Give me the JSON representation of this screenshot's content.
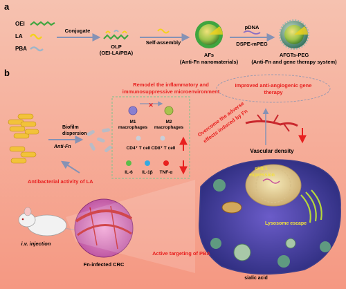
{
  "panel_a": {
    "label": "a",
    "legend": {
      "oei": "OEI",
      "la": "LA",
      "pba": "PBA"
    },
    "arrow1": "Conjugate",
    "olp_line1": "OLP",
    "olp_line2": "(OEI-LA/PBA)",
    "arrow2": "Self-assembly",
    "afs_line1": "AFs",
    "afs_line2": "(Anti-Fn nanomaterials)",
    "arrow3_top": "pDNA",
    "arrow3_bottom": "DSPE-mPEG",
    "afgts_line1": "AFGTs-PEG",
    "afgts_line2": "(Anti-Fn and gene therapy system)"
  },
  "panel_b": {
    "label": "b",
    "remodel_line1": "Remodel the inflammatory and",
    "remodel_line2": "immunosuppressive microenvironment",
    "improved_line1": "Improved anti-angiogenic gene",
    "improved_line2": "therapy",
    "biofilm_line1": "Biofilm",
    "biofilm_line2": "dispersion",
    "anti_fn": "Anti-Fn",
    "m1_line1": "M1",
    "m1_line2": "macrophages",
    "m2_line1": "M2",
    "m2_line2": "macrophages",
    "cd4": "CD4⁺ T cell",
    "cd8": "CD8⁺ T cell",
    "il6": "IL-6",
    "il1b": "IL-1β",
    "tnfa": "TNF-α",
    "overcome_line1": "Overcome the adverse",
    "overcome_line2": "effects induced by Fn",
    "vascular": "Vascular density",
    "antibacterial": "Antibacterial activity of LA",
    "sflt_line1": "sFlt-1",
    "sflt_line2": "expression",
    "lysosome": "Lysosome escape",
    "iv": "i.v. injection",
    "crc": "Fn-infected CRC",
    "active": "Active targeting of PBA",
    "sialic": "sialic acid"
  },
  "colors": {
    "background_top": "#f4b7a6",
    "background_bottom": "#f79a86",
    "red_text": "#e8201f",
    "dark_text": "#1a1a1a",
    "arrow": "#7f8fb3",
    "green": "#3a8b3a"
  }
}
